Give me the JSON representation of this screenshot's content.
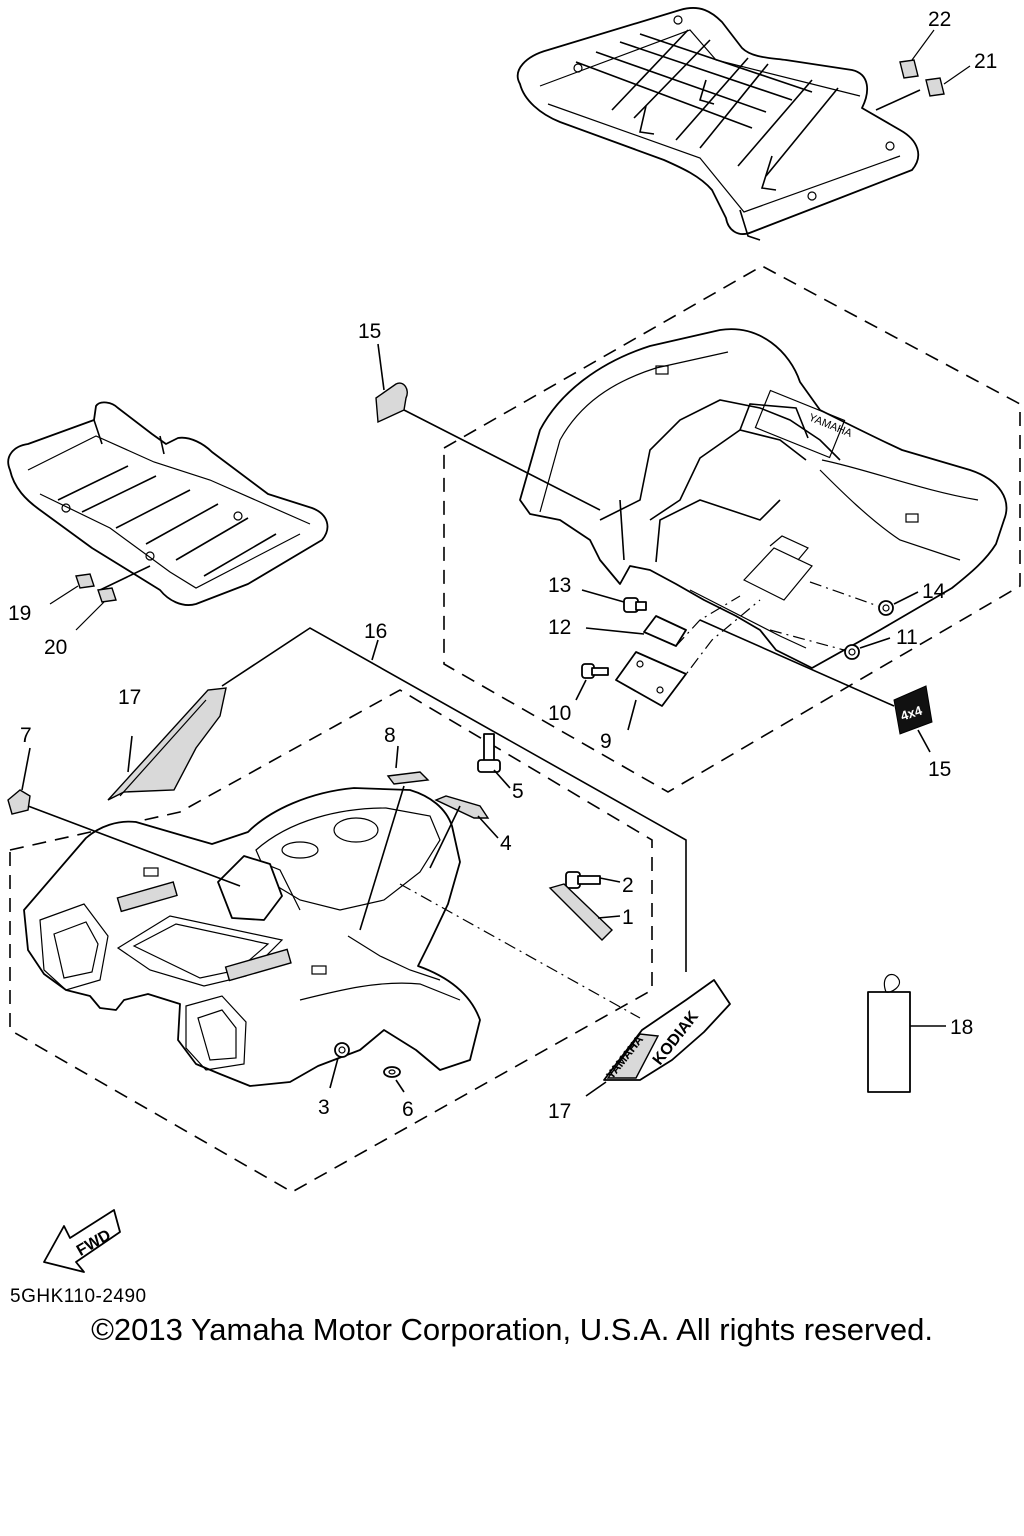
{
  "callouts": {
    "c1": "1",
    "c2": "2",
    "c3": "3",
    "c4": "4",
    "c5": "5",
    "c6": "6",
    "c7": "7",
    "c8": "8",
    "c9": "9",
    "c10": "10",
    "c11": "11",
    "c12": "12",
    "c13": "13",
    "c14": "14",
    "c15a": "15",
    "c15b": "15",
    "c16": "16",
    "c17a": "17",
    "c17b": "17",
    "c18": "18",
    "c19": "19",
    "c20": "20",
    "c21": "21",
    "c22": "22"
  },
  "decals": {
    "yamaha_rear": "YAMAHA",
    "yamaha_side": "YAMAHA",
    "kodiak": "KODIAK",
    "badge": "4x4",
    "fwd": "FWD"
  },
  "footer": {
    "drawing_code": "5GHK110-2490",
    "copyright": "©2013 Yamaha Motor Corporation, U.S.A. All rights reserved."
  }
}
